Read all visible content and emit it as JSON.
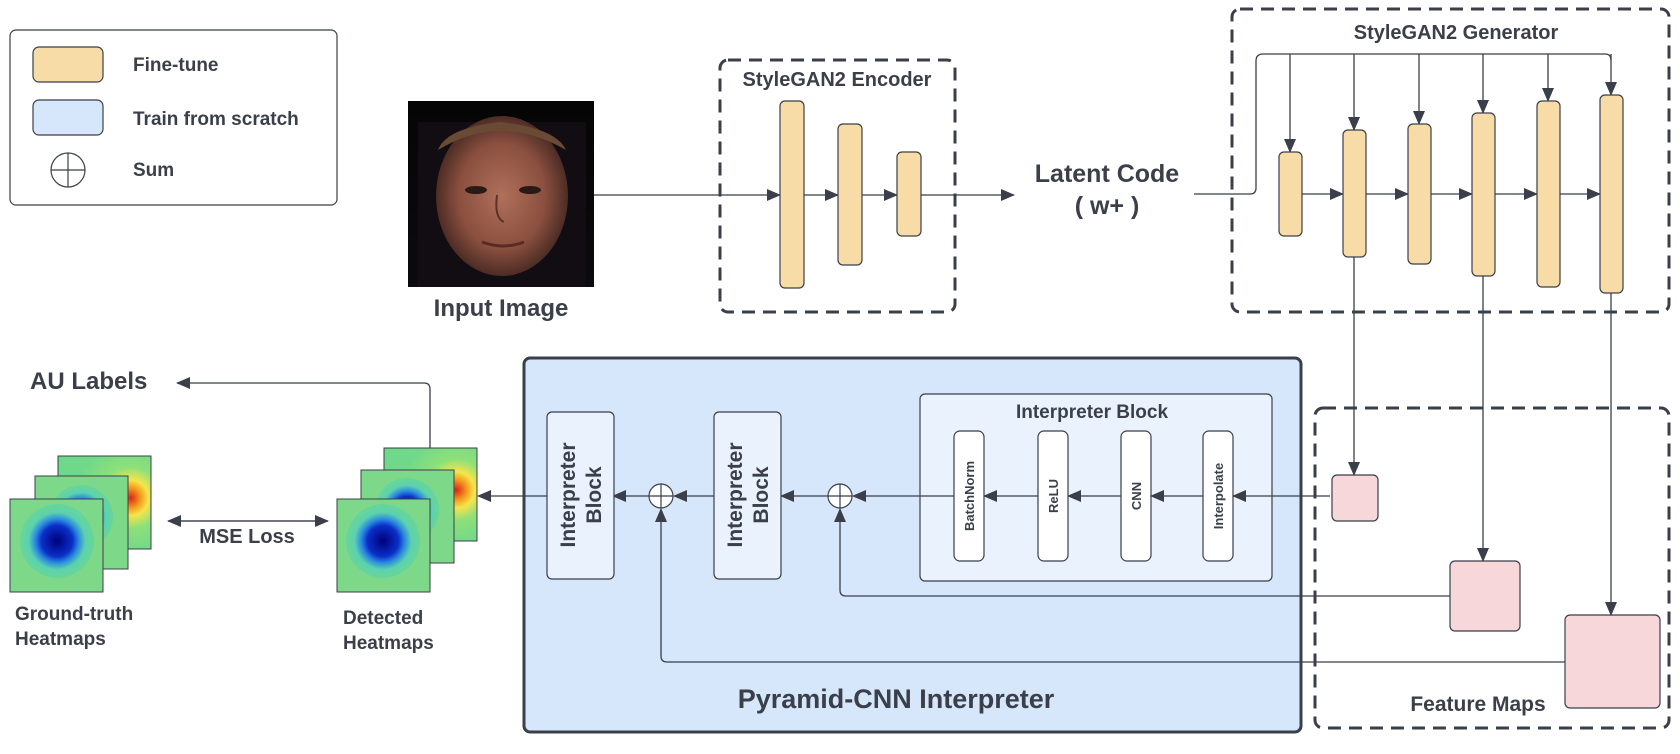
{
  "legend": {
    "items": [
      {
        "label": "Fine-tune",
        "color": "#f8dca8"
      },
      {
        "label": "Train from scratch",
        "color": "#d6e6fb"
      },
      {
        "label": "Sum",
        "symbol": "circle-plus"
      }
    ]
  },
  "input_image": {
    "label": "Input Image"
  },
  "encoder": {
    "title": "StyleGAN2 Encoder"
  },
  "latent": {
    "line1": "Latent Code",
    "line2": "( w+ )"
  },
  "generator": {
    "title": "StyleGAN2 Generator"
  },
  "interpreter": {
    "title": "Pyramid-CNN Interpreter",
    "block_line1": "Interpreter",
    "block_line2": "Block",
    "detail": {
      "title": "Interpreter Block",
      "layers": [
        "BatchNorm",
        "ReLU",
        "CNN",
        "Interpolate"
      ]
    }
  },
  "feature_maps": {
    "title": "Feature Maps"
  },
  "outputs": {
    "au_labels": "AU Labels",
    "mse_loss": "MSE Loss",
    "ground_truth": {
      "line1": "Ground-truth",
      "line2": "Heatmaps"
    },
    "detected": {
      "line1": "Detected",
      "line2": "Heatmaps"
    }
  },
  "colors": {
    "fine_tune": "#f8dca8",
    "scratch": "#d6e6fb",
    "feature_map": "#f7d7da",
    "stroke": "#3a3f4a"
  }
}
